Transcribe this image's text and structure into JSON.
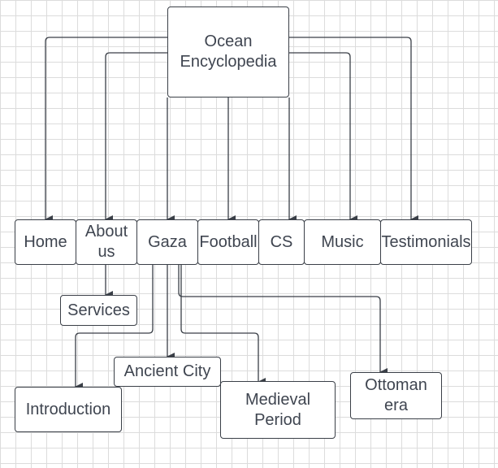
{
  "diagram": {
    "root": {
      "label": "Ocean Encyclopedia"
    },
    "nav": [
      {
        "id": "home",
        "label": "Home"
      },
      {
        "id": "about",
        "label": "About us"
      },
      {
        "id": "gaza",
        "label": "Gaza"
      },
      {
        "id": "football",
        "label": "Football"
      },
      {
        "id": "cs",
        "label": "CS"
      },
      {
        "id": "music",
        "label": "Music"
      },
      {
        "id": "testimonials",
        "label": "Testimonials"
      }
    ],
    "about_children": [
      {
        "id": "services",
        "label": "Services"
      }
    ],
    "gaza_children": [
      {
        "id": "introduction",
        "label": "Introduction"
      },
      {
        "id": "ancient-city",
        "label": "Ancient City"
      },
      {
        "id": "medieval-period",
        "label": "Medieval Period"
      },
      {
        "id": "ottoman-era",
        "label": "Ottoman era"
      }
    ],
    "colors": {
      "line": "#3a3f47",
      "text": "#3f4550",
      "grid": "#dcdcdc",
      "background": "#ffffff"
    }
  }
}
